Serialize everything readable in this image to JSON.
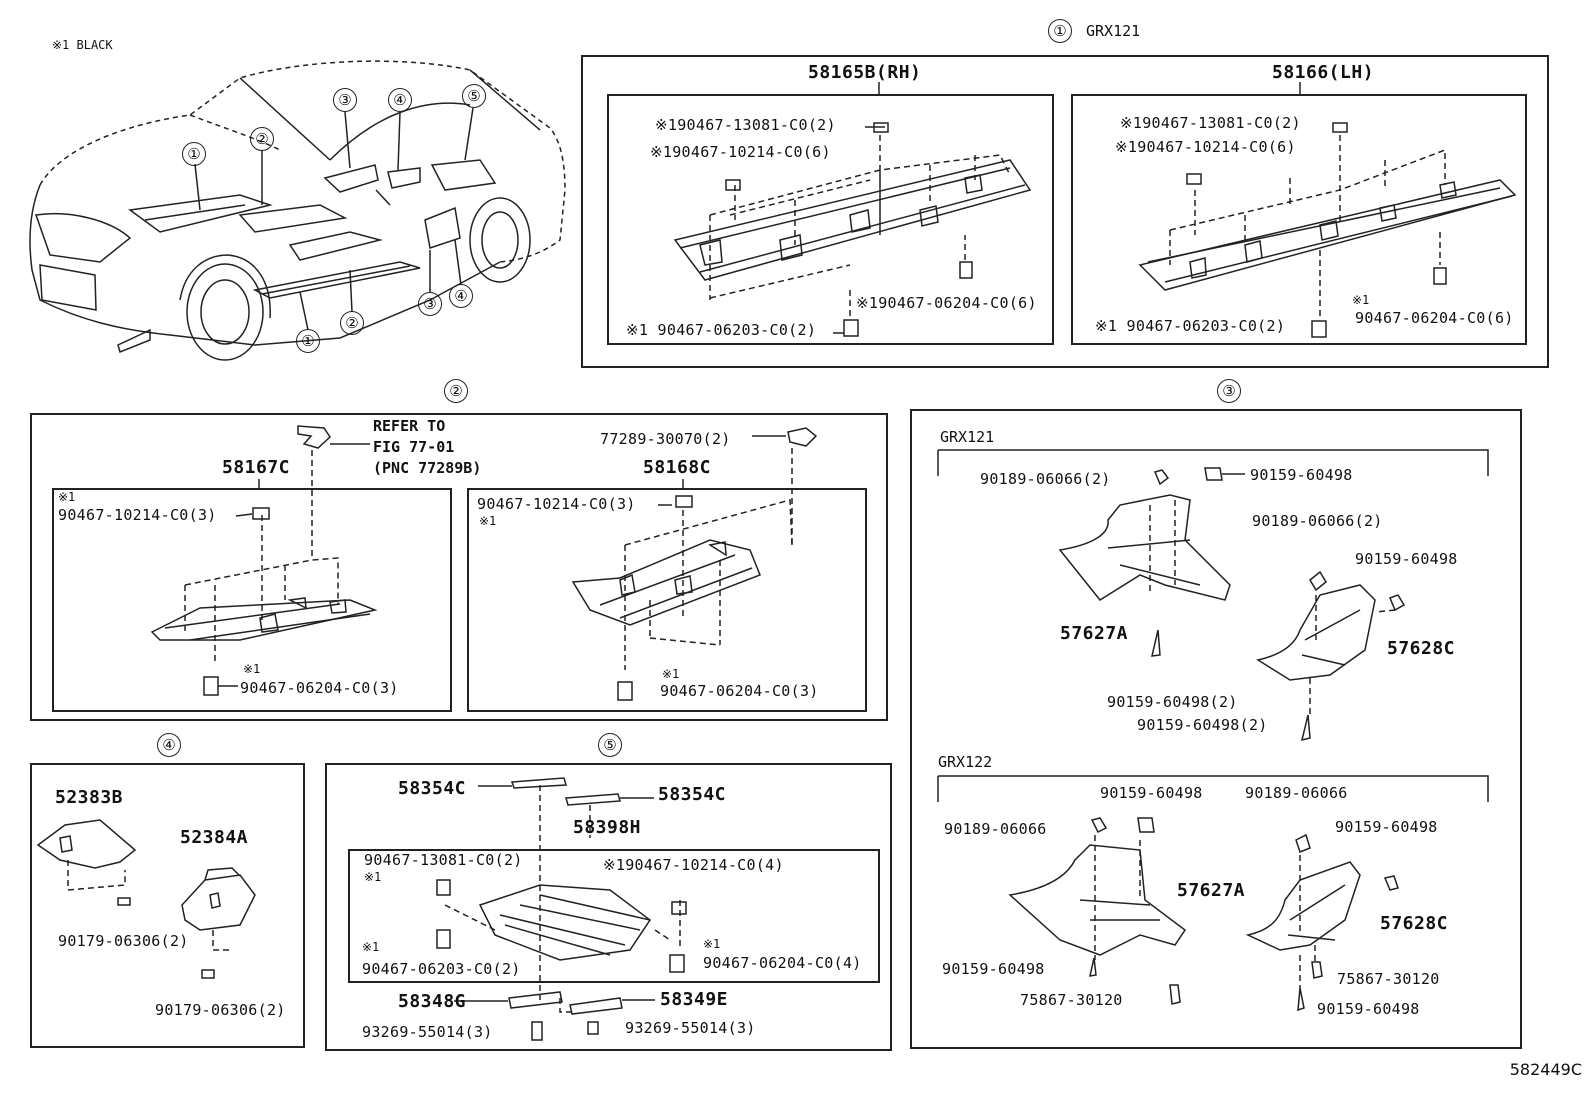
{
  "note": "※1 BLACK",
  "diagram_id": "582449C",
  "overview": {
    "callouts": [
      "①",
      "②",
      "③",
      "④",
      "⑤",
      "①",
      "②",
      "③",
      "④"
    ]
  },
  "panel1": {
    "index": "①",
    "model": "GRX121",
    "rh": {
      "title": "58165B(RH)",
      "p1": "※190467-13081-C0(2)",
      "p2": "※190467-10214-C0(6)",
      "p3": "※190467-06204-C0(6)",
      "p4": "※1 90467-06203-C0(2)"
    },
    "lh": {
      "title": "58166(LH)",
      "p1": "※190467-13081-C0(2)",
      "p2": "※190467-10214-C0(6)",
      "p3a": "※1",
      "p3": "90467-06204-C0(6)",
      "p4": "※1 90467-06203-C0(2)"
    }
  },
  "panel2": {
    "index": "②",
    "refer": "REFER TO\nFIG 77-01\n(PNC 77289B)",
    "clip": "77289-30070(2)",
    "left": {
      "title": "58167C",
      "mark": "※1",
      "p1": "90467-10214-C0(3)",
      "mark2": "※1",
      "p2": "90467-06204-C0(3)"
    },
    "right": {
      "title": "58168C",
      "p1": "90467-10214-C0(3)",
      "mark": "※1",
      "mark2": "※1",
      "p2": "90467-06204-C0(3)"
    }
  },
  "panel3": {
    "index": "③",
    "grx121": {
      "label": "GRX121",
      "a": "90189-06066(2)",
      "b": "90159-60498",
      "c": "90189-06066(2)",
      "d": "90159-60498",
      "e": "57627A",
      "f": "57628C",
      "g": "90159-60498(2)",
      "h": "90159-60498(2)"
    },
    "grx122": {
      "label": "GRX122",
      "a": "90159-60498",
      "b": "90189-06066",
      "c": "90189-06066",
      "d": "90159-60498",
      "e": "57627A",
      "f": "57628C",
      "g": "90159-60498",
      "h": "75867-30120",
      "i": "75867-30120",
      "j": "90159-60498"
    }
  },
  "panel4": {
    "index": "④",
    "a": "52383B",
    "b": "52384A",
    "c": "90179-06306(2)",
    "d": "90179-06306(2)"
  },
  "panel5": {
    "index": "⑤",
    "a": "58354C",
    "b": "58354C",
    "c": "58398H",
    "d": "90467-13081-C0(2)",
    "d_mark": "※1",
    "e": "※190467-10214-C0(4)",
    "f_mark": "※1",
    "f": "90467-06203-C0(2)",
    "g_mark": "※1",
    "g": "90467-06204-C0(4)",
    "h": "58348G",
    "i": "58349E",
    "j": "93269-55014(3)",
    "k": "93269-55014(3)"
  }
}
